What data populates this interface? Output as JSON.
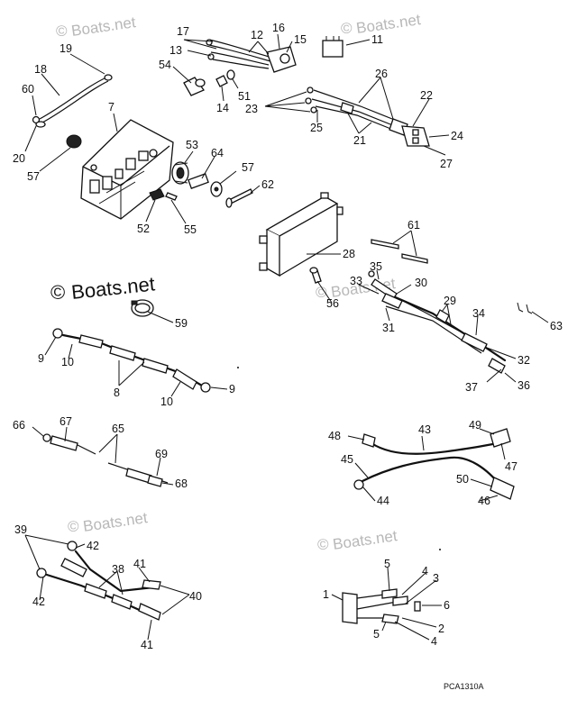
{
  "watermarks": {
    "copyright_symbol": "©",
    "brand": "Boats.net"
  },
  "diagram_code": "PCA1310A",
  "callouts": [
    {
      "id": "c17",
      "text": "17"
    },
    {
      "id": "c12",
      "text": "12"
    },
    {
      "id": "c16",
      "text": "16"
    },
    {
      "id": "c15",
      "text": "15"
    },
    {
      "id": "c11",
      "text": "11"
    },
    {
      "id": "c13",
      "text": "13"
    },
    {
      "id": "c19",
      "text": "19"
    },
    {
      "id": "c18",
      "text": "18"
    },
    {
      "id": "c60",
      "text": "60"
    },
    {
      "id": "c20",
      "text": "20"
    },
    {
      "id": "c7",
      "text": "7"
    },
    {
      "id": "c57a",
      "text": "57"
    },
    {
      "id": "c54",
      "text": "54"
    },
    {
      "id": "c14",
      "text": "14"
    },
    {
      "id": "c51",
      "text": "51"
    },
    {
      "id": "c26",
      "text": "26"
    },
    {
      "id": "c22",
      "text": "22"
    },
    {
      "id": "c23",
      "text": "23"
    },
    {
      "id": "c25",
      "text": "25"
    },
    {
      "id": "c21",
      "text": "21"
    },
    {
      "id": "c24",
      "text": "24"
    },
    {
      "id": "c27",
      "text": "27"
    },
    {
      "id": "c53",
      "text": "53"
    },
    {
      "id": "c64",
      "text": "64"
    },
    {
      "id": "c57b",
      "text": "57"
    },
    {
      "id": "c62",
      "text": "62"
    },
    {
      "id": "c52",
      "text": "52"
    },
    {
      "id": "c55",
      "text": "55"
    },
    {
      "id": "c61",
      "text": "61"
    },
    {
      "id": "c28",
      "text": "28"
    },
    {
      "id": "c56",
      "text": "56"
    },
    {
      "id": "c35",
      "text": "35"
    },
    {
      "id": "c33",
      "text": "33"
    },
    {
      "id": "c30",
      "text": "30"
    },
    {
      "id": "c29",
      "text": "29"
    },
    {
      "id": "c34",
      "text": "34"
    },
    {
      "id": "c63",
      "text": "63"
    },
    {
      "id": "c31",
      "text": "31"
    },
    {
      "id": "c32",
      "text": "32"
    },
    {
      "id": "c37",
      "text": "37"
    },
    {
      "id": "c36",
      "text": "36"
    },
    {
      "id": "c59",
      "text": "59"
    },
    {
      "id": "c9a",
      "text": "9"
    },
    {
      "id": "c10a",
      "text": "10"
    },
    {
      "id": "c8",
      "text": "8"
    },
    {
      "id": "c10b",
      "text": "10"
    },
    {
      "id": "c9b",
      "text": "9"
    },
    {
      "id": "c66",
      "text": "66"
    },
    {
      "id": "c67",
      "text": "67"
    },
    {
      "id": "c65",
      "text": "65"
    },
    {
      "id": "c69",
      "text": "69"
    },
    {
      "id": "c68",
      "text": "68"
    },
    {
      "id": "c48",
      "text": "48"
    },
    {
      "id": "c43",
      "text": "43"
    },
    {
      "id": "c49",
      "text": "49"
    },
    {
      "id": "c45",
      "text": "45"
    },
    {
      "id": "c47",
      "text": "47"
    },
    {
      "id": "c50",
      "text": "50"
    },
    {
      "id": "c44",
      "text": "44"
    },
    {
      "id": "c46",
      "text": "46"
    },
    {
      "id": "c39",
      "text": "39"
    },
    {
      "id": "c42a",
      "text": "42"
    },
    {
      "id": "c38",
      "text": "38"
    },
    {
      "id": "c41a",
      "text": "41"
    },
    {
      "id": "c40",
      "text": "40"
    },
    {
      "id": "c42b",
      "text": "42"
    },
    {
      "id": "c41b",
      "text": "41"
    },
    {
      "id": "c5a",
      "text": "5"
    },
    {
      "id": "c4a",
      "text": "4"
    },
    {
      "id": "c3",
      "text": "3"
    },
    {
      "id": "c1",
      "text": "1"
    },
    {
      "id": "c6",
      "text": "6"
    },
    {
      "id": "c2",
      "text": "2"
    },
    {
      "id": "c5b",
      "text": "5"
    },
    {
      "id": "c4b",
      "text": "4"
    }
  ]
}
